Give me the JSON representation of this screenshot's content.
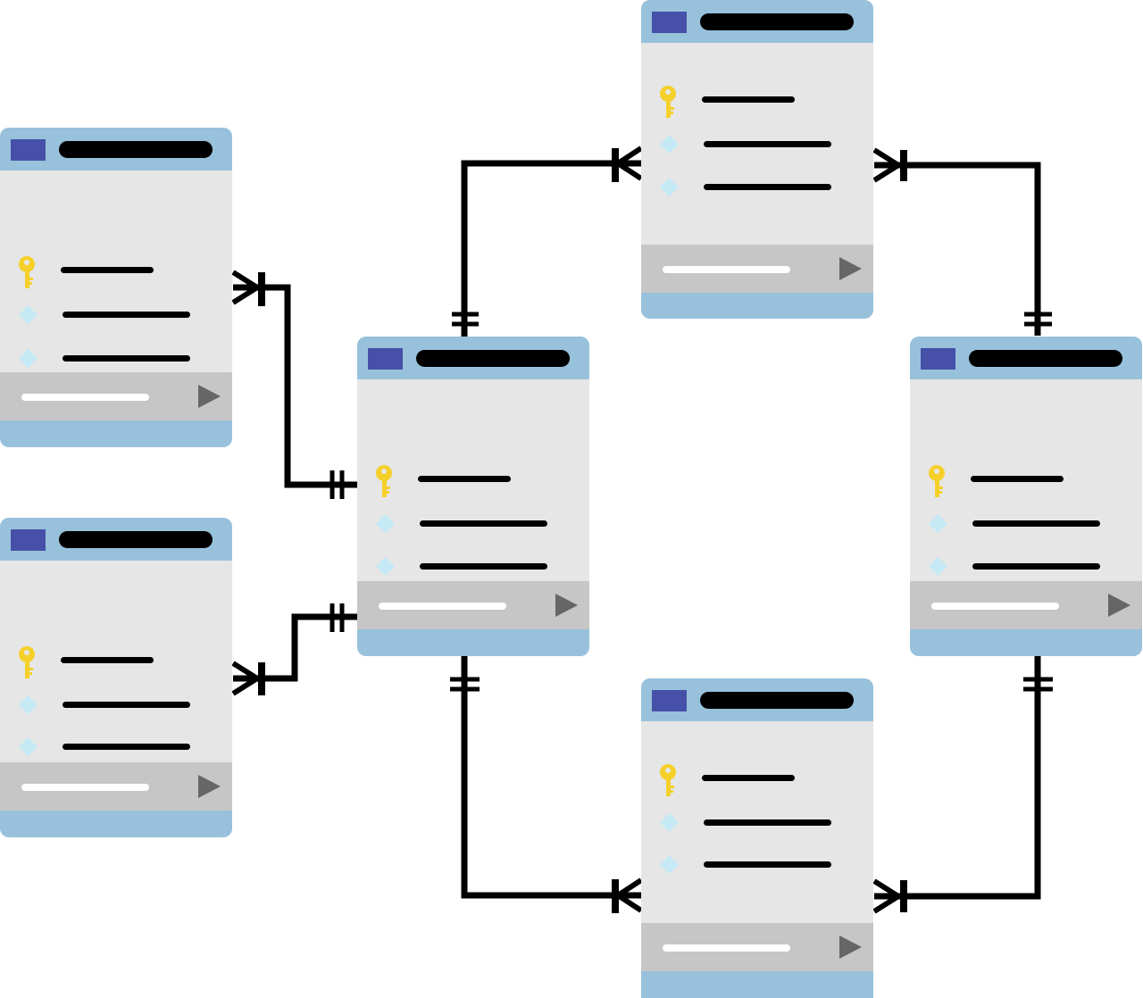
{
  "diagram": {
    "entities": [
      {
        "id": "center",
        "fields": [
          {
            "kind": "key"
          },
          {
            "kind": "attribute"
          },
          {
            "kind": "attribute"
          }
        ]
      },
      {
        "id": "left-top",
        "fields": [
          {
            "kind": "key"
          },
          {
            "kind": "attribute"
          },
          {
            "kind": "attribute"
          }
        ]
      },
      {
        "id": "left-bottom",
        "fields": [
          {
            "kind": "key"
          },
          {
            "kind": "attribute"
          },
          {
            "kind": "attribute"
          }
        ]
      },
      {
        "id": "top",
        "fields": [
          {
            "kind": "key"
          },
          {
            "kind": "attribute"
          },
          {
            "kind": "attribute"
          }
        ]
      },
      {
        "id": "right",
        "fields": [
          {
            "kind": "key"
          },
          {
            "kind": "attribute"
          },
          {
            "kind": "attribute"
          }
        ]
      },
      {
        "id": "bottom",
        "fields": [
          {
            "kind": "key"
          },
          {
            "kind": "attribute"
          },
          {
            "kind": "attribute"
          }
        ]
      }
    ],
    "relationships": [
      {
        "from": "center",
        "from_end": "one-and-only-one",
        "to": "left-top",
        "to_end": "one-or-many"
      },
      {
        "from": "center",
        "from_end": "one-and-only-one",
        "to": "left-bottom",
        "to_end": "one-or-many"
      },
      {
        "from": "center",
        "from_end": "one-and-only-one",
        "to": "top",
        "to_end": "one-or-many"
      },
      {
        "from": "right",
        "from_end": "one-and-only-one",
        "to": "top",
        "to_end": "one-or-many"
      },
      {
        "from": "center",
        "from_end": "one-and-only-one",
        "to": "bottom",
        "to_end": "one-or-many"
      },
      {
        "from": "right",
        "from_end": "one-and-only-one",
        "to": "bottom",
        "to_end": "one-or-many"
      }
    ]
  },
  "colors": {
    "header": "#98c1dc",
    "table_icon": "#4650a8",
    "body": "#e6e6e6",
    "footer": "#c6c6c6",
    "key": "#f5d02a",
    "attribute": "#c6eaf5",
    "line": "#000000",
    "play": "#666666"
  },
  "icons": {
    "table": "table-icon",
    "key": "key-icon",
    "attribute": "diamond-icon",
    "submit": "play-icon"
  }
}
